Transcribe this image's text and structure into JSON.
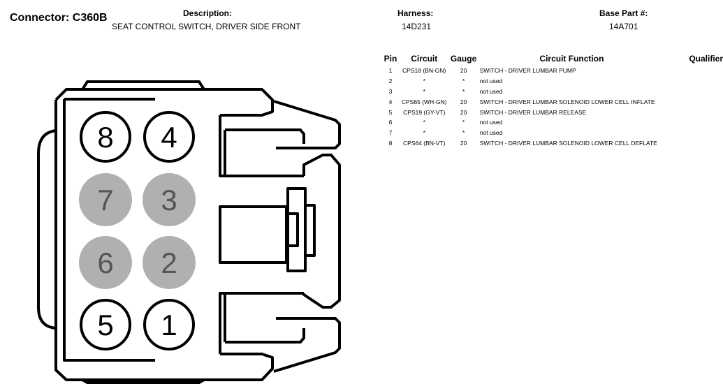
{
  "header": {
    "connector_title": "Connector: C360B",
    "description_label": "Description:",
    "description_value": "SEAT CONTROL SWITCH, DRIVER SIDE FRONT",
    "harness_label": "Harness:",
    "harness_value": "14D231",
    "base_part_label": "Base Part #:",
    "base_part_value": "14A701"
  },
  "table": {
    "columns": [
      "Pin",
      "Circuit",
      "Gauge",
      "Circuit Function",
      "Qualifier"
    ],
    "rows": [
      {
        "pin": "1",
        "circuit": "CPS18 (BN-GN)",
        "gauge": "20",
        "function": "SWITCH - DRIVER LUMBAR PUMP",
        "qualifier": ""
      },
      {
        "pin": "2",
        "circuit": "*",
        "gauge": "*",
        "function": "not used",
        "qualifier": ""
      },
      {
        "pin": "3",
        "circuit": "*",
        "gauge": "*",
        "function": "not used",
        "qualifier": ""
      },
      {
        "pin": "4",
        "circuit": "CPS65 (WH-GN)",
        "gauge": "20",
        "function": "SWITCH - DRIVER LUMBAR SOLENOID LOWER CELL INFLATE",
        "qualifier": ""
      },
      {
        "pin": "5",
        "circuit": "CPS19 (GY-VT)",
        "gauge": "20",
        "function": "SWITCH - DRIVER LUMBAR RELEASE",
        "qualifier": ""
      },
      {
        "pin": "6",
        "circuit": "*",
        "gauge": "*",
        "function": "not used",
        "qualifier": ""
      },
      {
        "pin": "7",
        "circuit": "*",
        "gauge": "*",
        "function": "not used",
        "qualifier": ""
      },
      {
        "pin": "8",
        "circuit": "CPS64 (BN-VT)",
        "gauge": "20",
        "function": "SWITCH - DRIVER LUMBAR SOLENOID LOWER CELL DEFLATE",
        "qualifier": ""
      }
    ]
  },
  "diagram": {
    "pins": [
      {
        "label": "8",
        "used": true
      },
      {
        "label": "4",
        "used": true
      },
      {
        "label": "7",
        "used": false
      },
      {
        "label": "3",
        "used": false
      },
      {
        "label": "6",
        "used": false
      },
      {
        "label": "2",
        "used": false
      },
      {
        "label": "5",
        "used": true
      },
      {
        "label": "1",
        "used": true
      }
    ],
    "colors": {
      "outline": "#000000",
      "unused_fill": "#b0b0b0",
      "unused_text": "#555555",
      "used_fill": "#ffffff"
    }
  }
}
